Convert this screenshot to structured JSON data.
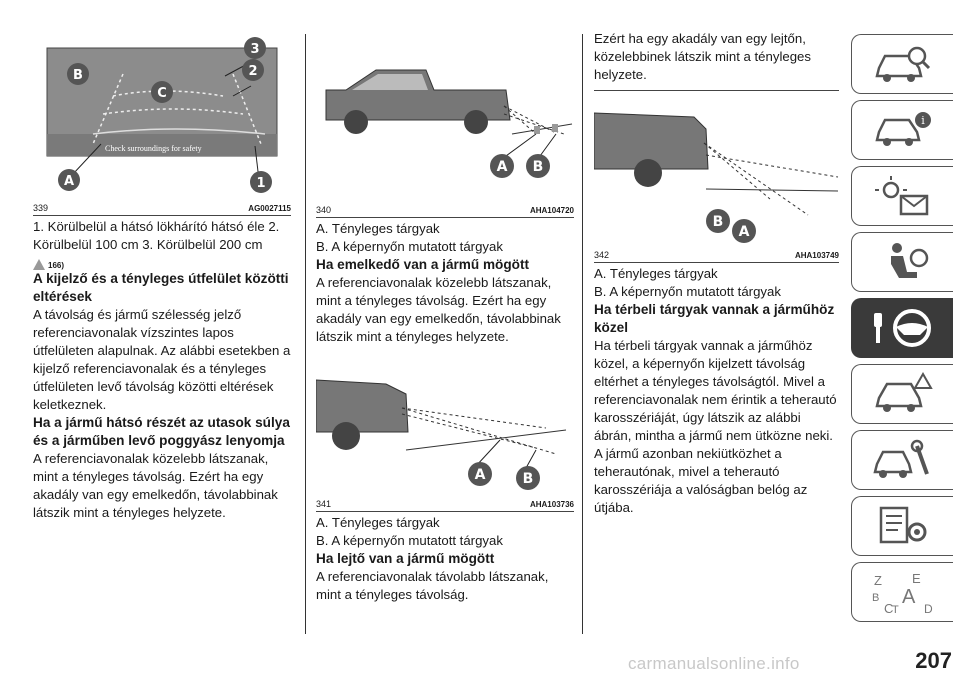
{
  "page_number": "207",
  "watermark": "carmanualsonline.info",
  "column1": {
    "figure": {
      "number": "339",
      "code": "AG0027115",
      "overlay_text": "Check surroundings for safety",
      "labels": [
        "1",
        "2",
        "3",
        "A",
        "B",
        "C"
      ]
    },
    "caption_text": "1. Körülbelül a hátsó lökhárító hátsó éle 2. Körülbelül 100 cm 3. Körülbelül 200 cm",
    "warning_ref": "166)",
    "heading1": "A kijelző és a tényleges útfelület közötti eltérések",
    "para1": "A távolság és jármű szélesség jelző referenciavonalak vízszintes lapos útfelületen alapulnak. Az alábbi esetekben a kijelző referenciavonalak és a tényleges útfelületen levő távolság közötti eltérések keletkeznek.",
    "heading2": "Ha a jármű hátsó részét az utasok súlya és a járműben levő poggyász lenyomja",
    "para2": "A referenciavonalak közelebb látszanak, mint a tényleges távolság. Ezért ha egy akadály van egy emelkedőn, távolabbinak látszik mint a tényleges helyzete."
  },
  "column2": {
    "figure1": {
      "number": "340",
      "code": "AHA104720",
      "labels": [
        "A",
        "B"
      ]
    },
    "legend1": {
      "a": "A. Tényleges tárgyak",
      "b": "B. A képernyőn mutatott tárgyak"
    },
    "heading1": "Ha emelkedő van a jármű mögött",
    "para1": "A referenciavonalak közelebb látszanak, mint a tényleges távolság. Ezért ha egy akadály van egy emelkedőn, távolabbinak látszik mint a tényleges helyzete.",
    "figure2": {
      "number": "341",
      "code": "AHA103736",
      "labels": [
        "A",
        "B"
      ]
    },
    "legend2": {
      "a": "A. Tényleges tárgyak",
      "b": "B. A képernyőn mutatott tárgyak"
    },
    "heading2": "Ha lejtő van a jármű mögött",
    "para2": "A referenciavonalak távolabb látszanak, mint a tényleges távolság."
  },
  "column3": {
    "intro": "Ezért ha egy akadály van egy lejtőn, közelebbinek látszik mint a tényleges helyzete.",
    "figure": {
      "number": "342",
      "code": "AHA103749",
      "labels": [
        "B",
        "A"
      ]
    },
    "legend": {
      "a": "A. Tényleges tárgyak",
      "b": "B. A képernyőn mutatott tárgyak"
    },
    "heading": "Ha térbeli tárgyak vannak a járműhöz közel",
    "para": "Ha térbeli tárgyak vannak a járműhöz közel, a képernyőn kijelzett távolság eltérhet a tényleges távolságtól. Mivel a referenciavonalak nem érintik a teherautó karosszériáját, úgy látszik az alábbi ábrán, mintha a jármű nem ütközne neki. A jármű azonban nekiütközhet a teherautónak, mivel a teherautó karosszériája a valóságban belóg az útjába."
  },
  "sidebar": {
    "tabs": [
      "car-search-icon",
      "car-info-icon",
      "warning-lights-icon",
      "airbag-seat-icon",
      "key-steering-icon",
      "car-breakdown-icon",
      "car-service-icon",
      "technical-data-icon",
      "index-icon"
    ],
    "active_index": 4,
    "index_letters": [
      "Z",
      "E",
      "B",
      "A",
      "C",
      "T",
      "D"
    ]
  },
  "colors": {
    "active_tab": "#3a3a3a",
    "text": "#1a1a1a",
    "rule": "#333333"
  }
}
